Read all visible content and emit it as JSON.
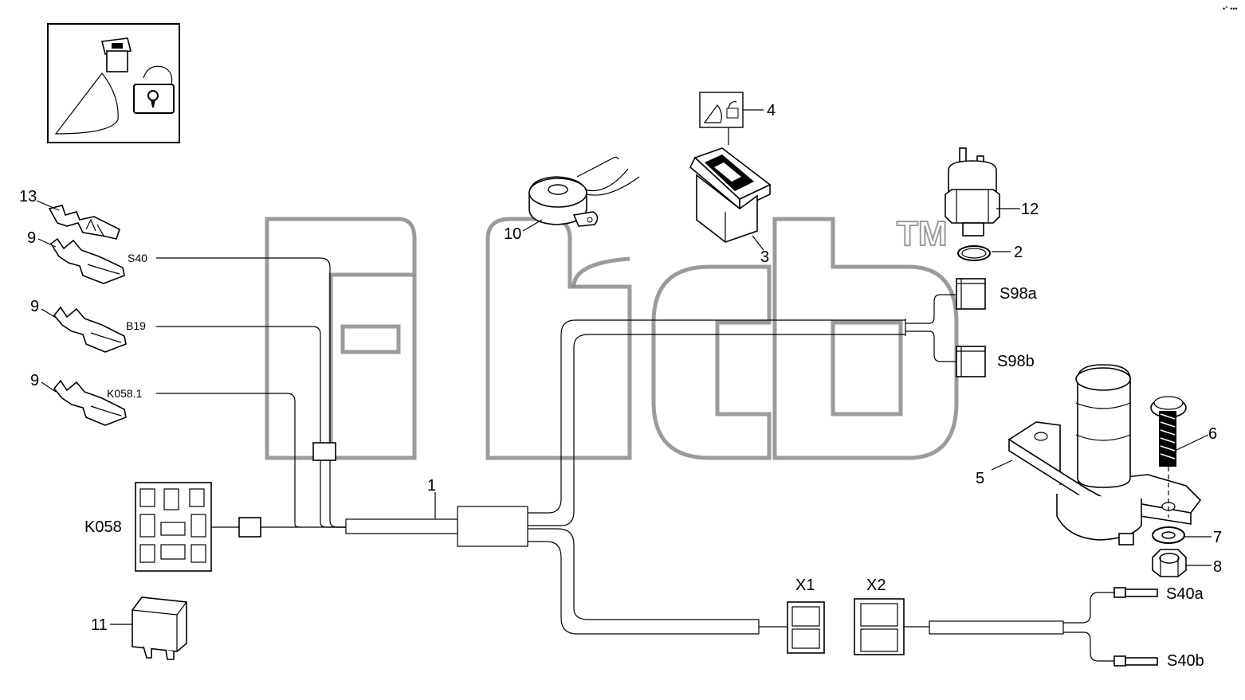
{
  "diagram": {
    "watermark": {
      "text": "ditb",
      "trademark": "TM"
    },
    "corner_mark": "•° •••",
    "part_numbers": {
      "p1": "1",
      "p2": "2",
      "p3": "3",
      "p4": "4",
      "p5": "5",
      "p6": "6",
      "p7": "7",
      "p8": "8",
      "p9a": "9",
      "p9b": "9",
      "p9c": "9",
      "p10": "10",
      "p11": "11",
      "p12": "12",
      "p13": "13"
    },
    "connectors": {
      "s40": "S40",
      "b19": "B19",
      "k0581": "K058.1",
      "k058": "K058",
      "s98a": "S98a",
      "s98b": "S98b",
      "x1": "X1",
      "x2": "X2",
      "s40a": "S40a",
      "s40b": "S40b"
    }
  }
}
